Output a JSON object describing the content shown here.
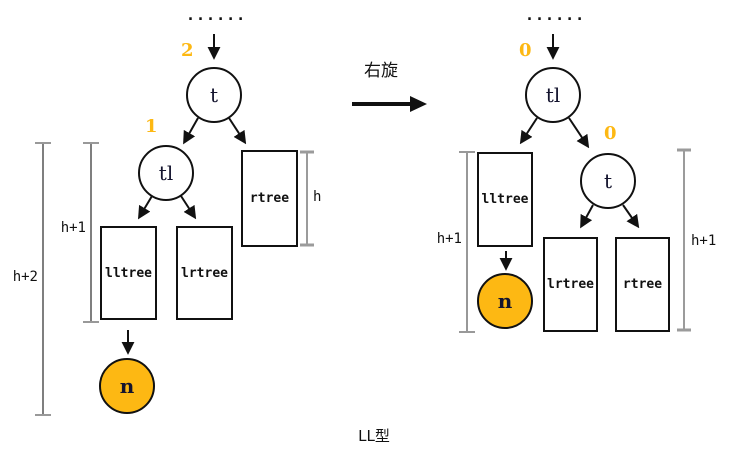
{
  "diagram": {
    "rotation_arrow_label": "右旋",
    "caption": "LL型"
  },
  "colors": {
    "accent": "#FDB813",
    "node_fill": "#FDB813",
    "edge": "#111111",
    "measure_line": "#888888"
  },
  "before": {
    "ellipsis": "......",
    "root_balance": "2",
    "tl_balance": "1",
    "root": "t",
    "left_child": "tl",
    "ll_subtree": "lltree",
    "lr_subtree": "lrtree",
    "right_subtree": "rtree",
    "new_node": "n",
    "height_rtree": "h",
    "height_inner": "h+1",
    "height_outer": "h+2"
  },
  "after": {
    "ellipsis": "......",
    "root_balance": "0",
    "t_balance": "0",
    "root": "tl",
    "right_child": "t",
    "ll_subtree": "lltree",
    "lr_subtree": "lrtree",
    "right_subtree": "rtree",
    "new_node": "n",
    "height_left": "h+1",
    "height_right": "h+1"
  }
}
